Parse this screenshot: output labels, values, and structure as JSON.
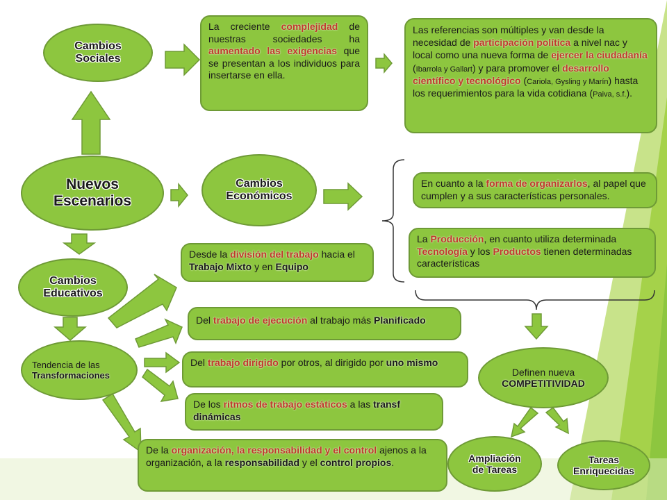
{
  "colors": {
    "node_fill": "#8dc63f",
    "node_border": "#6e9a36",
    "arrow_fill": "#8dc63f",
    "highlight": "#c0392b",
    "bg_accent": "#a5d24a"
  },
  "ovals": {
    "cambios_sociales": [
      "Cambios",
      "Sociales"
    ],
    "nuevos_escenarios": [
      "Nuevos",
      "Escenarios"
    ],
    "cambios_economicos": [
      "Cambios",
      "Económicos"
    ],
    "cambios_educativos": [
      "Cambios",
      "Educativos"
    ],
    "ampliacion": [
      "Ampliación",
      "de Tareas"
    ],
    "tareas_enriquecidas": [
      "Tareas",
      "Enriquecidas"
    ]
  },
  "complejidad_box": {
    "t1": "La creciente ",
    "h1": "complejidad",
    "t2": " de nuestras sociedades ha ",
    "h2": "aumentado las exigencias",
    "t3": " que se presentan a los individuos para insertarse en ella."
  },
  "referencias_box": {
    "t1": "Las referencias son múltiples y van desde la necesidad de ",
    "h1": "participación política",
    "t2": " a nivel nac y local como una nueva forma de ",
    "h2": "ejercer la ciudadanía",
    "t3": " (",
    "c1": "Ibarrola y Gallart",
    "t4": ") y para promover el ",
    "h3": "desarrollo científico y tecnológico",
    "t5": " (",
    "c2": "Cariola, Gysling y Marín",
    "t6": ") hasta los requerimientos para la vida cotidiana (",
    "c3": "Paiva, s.f.",
    "t7": ")."
  },
  "organizarlos_box": {
    "t1": "En cuanto a la ",
    "h1": "forma de organizarlos",
    "t2": ", al papel que cumplen y a sus características personales."
  },
  "produccion_box": {
    "t1": "La ",
    "h1": "Producción",
    "t2": ", en cuanto utiliza determinada ",
    "h2": "Tecnología",
    "t3": " y los ",
    "h3": "Productos",
    "t4": " tienen determinadas características"
  },
  "division_box": {
    "t1": "Desde la ",
    "h1": "división del trabajo",
    "t2": " hacia el ",
    "b1": "Trabajo Mixto",
    "t3": " y en ",
    "b2": "Equipo"
  },
  "ejecucion_box": {
    "t1": "Del ",
    "h1": "trabajo de ejecución",
    "t2": " al trabajo más ",
    "b1": "Planificado"
  },
  "dirigido_box": {
    "t1": "Del ",
    "h1": "trabajo dirigido",
    "t2": " por otros, al dirigido por ",
    "b1": "uno mismo"
  },
  "ritmos_box": {
    "t1": "De los ",
    "h1": "ritmos de trabajo estáticos",
    "t2": " a las ",
    "b1": "transf dinámicas"
  },
  "organizacion_box": {
    "t1": "De la ",
    "h1": "organización, la responsabilidad y el control",
    "t2": " ajenos a la organización, a la ",
    "b1": "responsabilidad",
    "t3": " y el ",
    "b2": "control propios",
    "t4": "."
  },
  "tendencia": {
    "line1": "Tendencia de las",
    "line2": "Transformaciones"
  },
  "competitividad": {
    "line1": "Definen nueva",
    "line2": "COMPETITIVIDAD"
  }
}
